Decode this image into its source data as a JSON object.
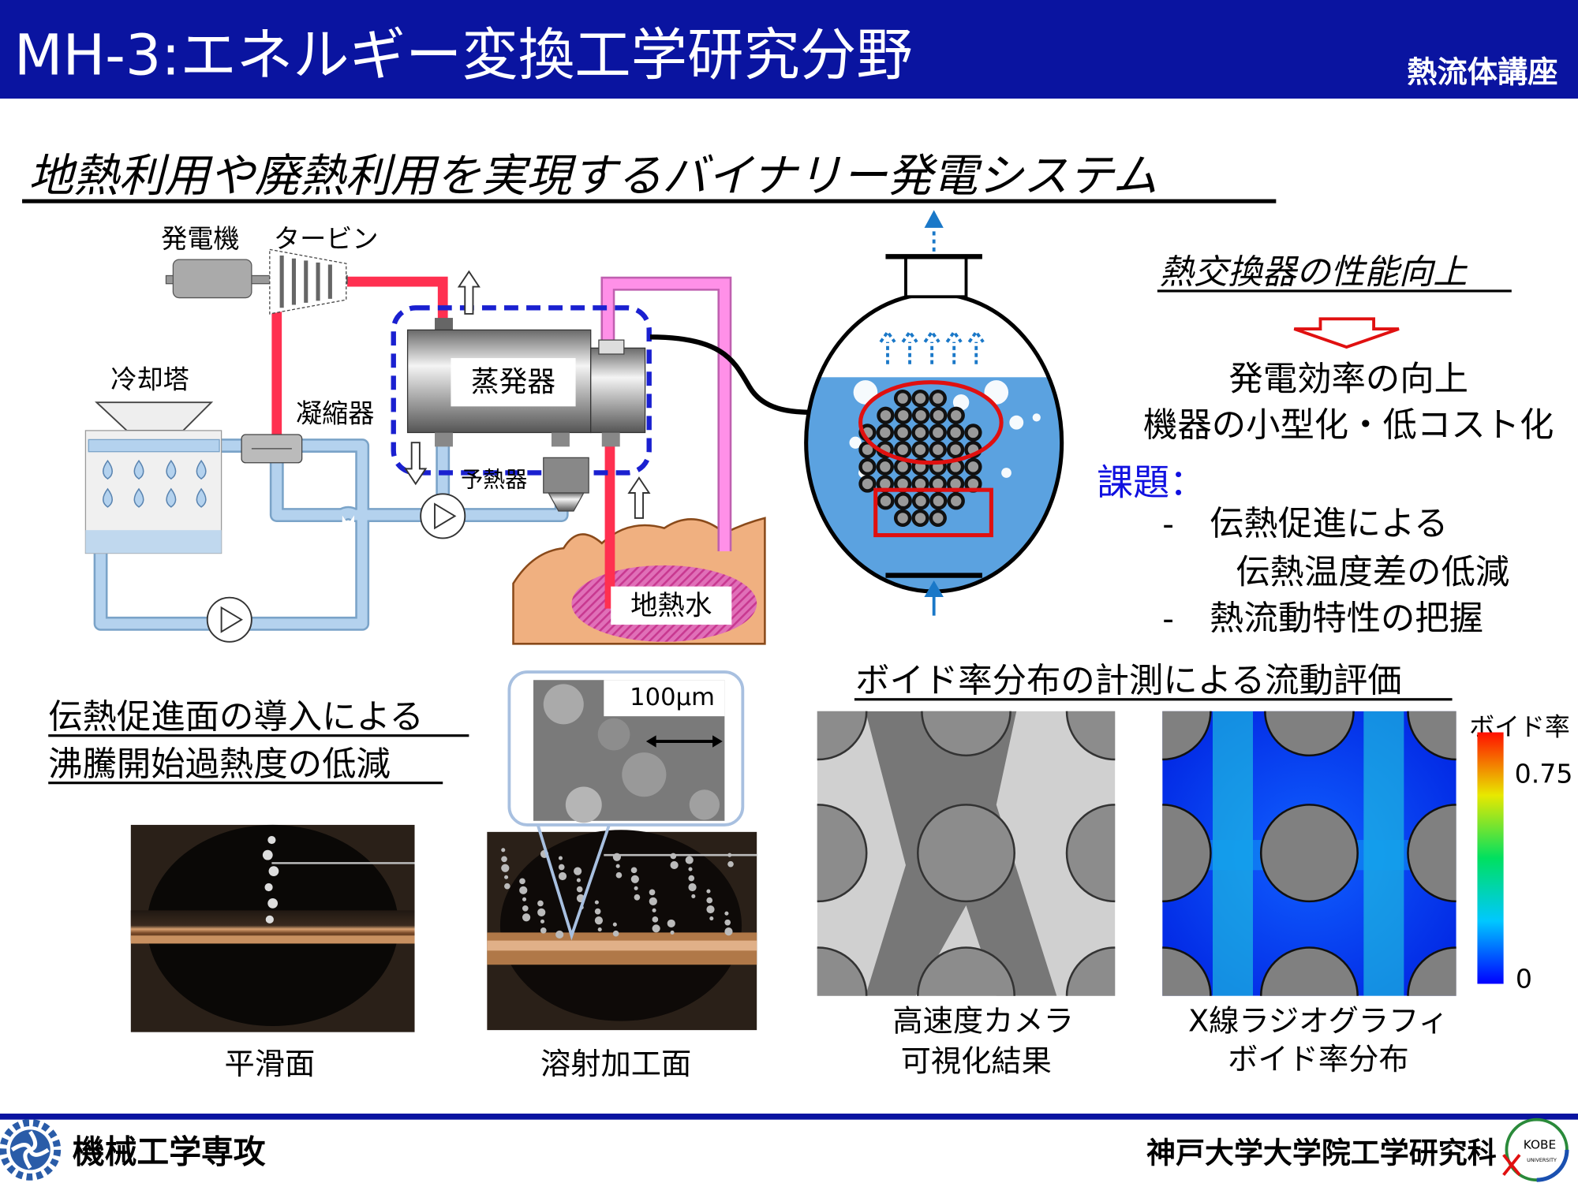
{
  "header": {
    "title": "MH-3:エネルギー変換工学研究分野",
    "lab": "熱流体講座",
    "color": "#0a14a0"
  },
  "subtitle": "地熱利用や廃熱利用を実現するバイナリー発電システム",
  "diagram": {
    "generator": "発電機",
    "turbine": "タービン",
    "cooling_tower": "冷却塔",
    "condenser": "凝縮器",
    "evaporator": "蒸発器",
    "preheater": "予熱器",
    "geothermal_water": "地熱水"
  },
  "right_panel": {
    "heading": "熱交換器の性能向上",
    "benefits": [
      "発電効率の向上",
      "機器の小型化・低コスト化"
    ],
    "issues_label": "課題：",
    "issues": [
      {
        "bullet": "-",
        "text": "伝熱促進による"
      },
      {
        "bullet": "",
        "text": "伝熱温度差の低減"
      },
      {
        "bullet": "-",
        "text": "熱流動特性の把握"
      }
    ]
  },
  "surface_section": {
    "heading_lines": [
      "伝熱促進面の導入による",
      "沸騰開始過熱度の低減"
    ],
    "scale_bar": "100μm",
    "photo_labels": [
      "平滑面",
      "溶射加工面"
    ]
  },
  "void_section": {
    "heading": "ボイド率分布の計測による流動評価",
    "camera_label": [
      "高速度カメラ",
      "可視化結果"
    ],
    "xray_label": [
      "X線ラジオグラフィ",
      "ボイド率分布"
    ],
    "colorbar": {
      "title": "ボイド率",
      "max": "0.75",
      "min": "0"
    }
  },
  "footer": {
    "department": "機械工学専攻",
    "school": "神戸大学大学院工学研究科",
    "logo_text": "KOBE",
    "logo_sub": "UNIVERSITY"
  }
}
